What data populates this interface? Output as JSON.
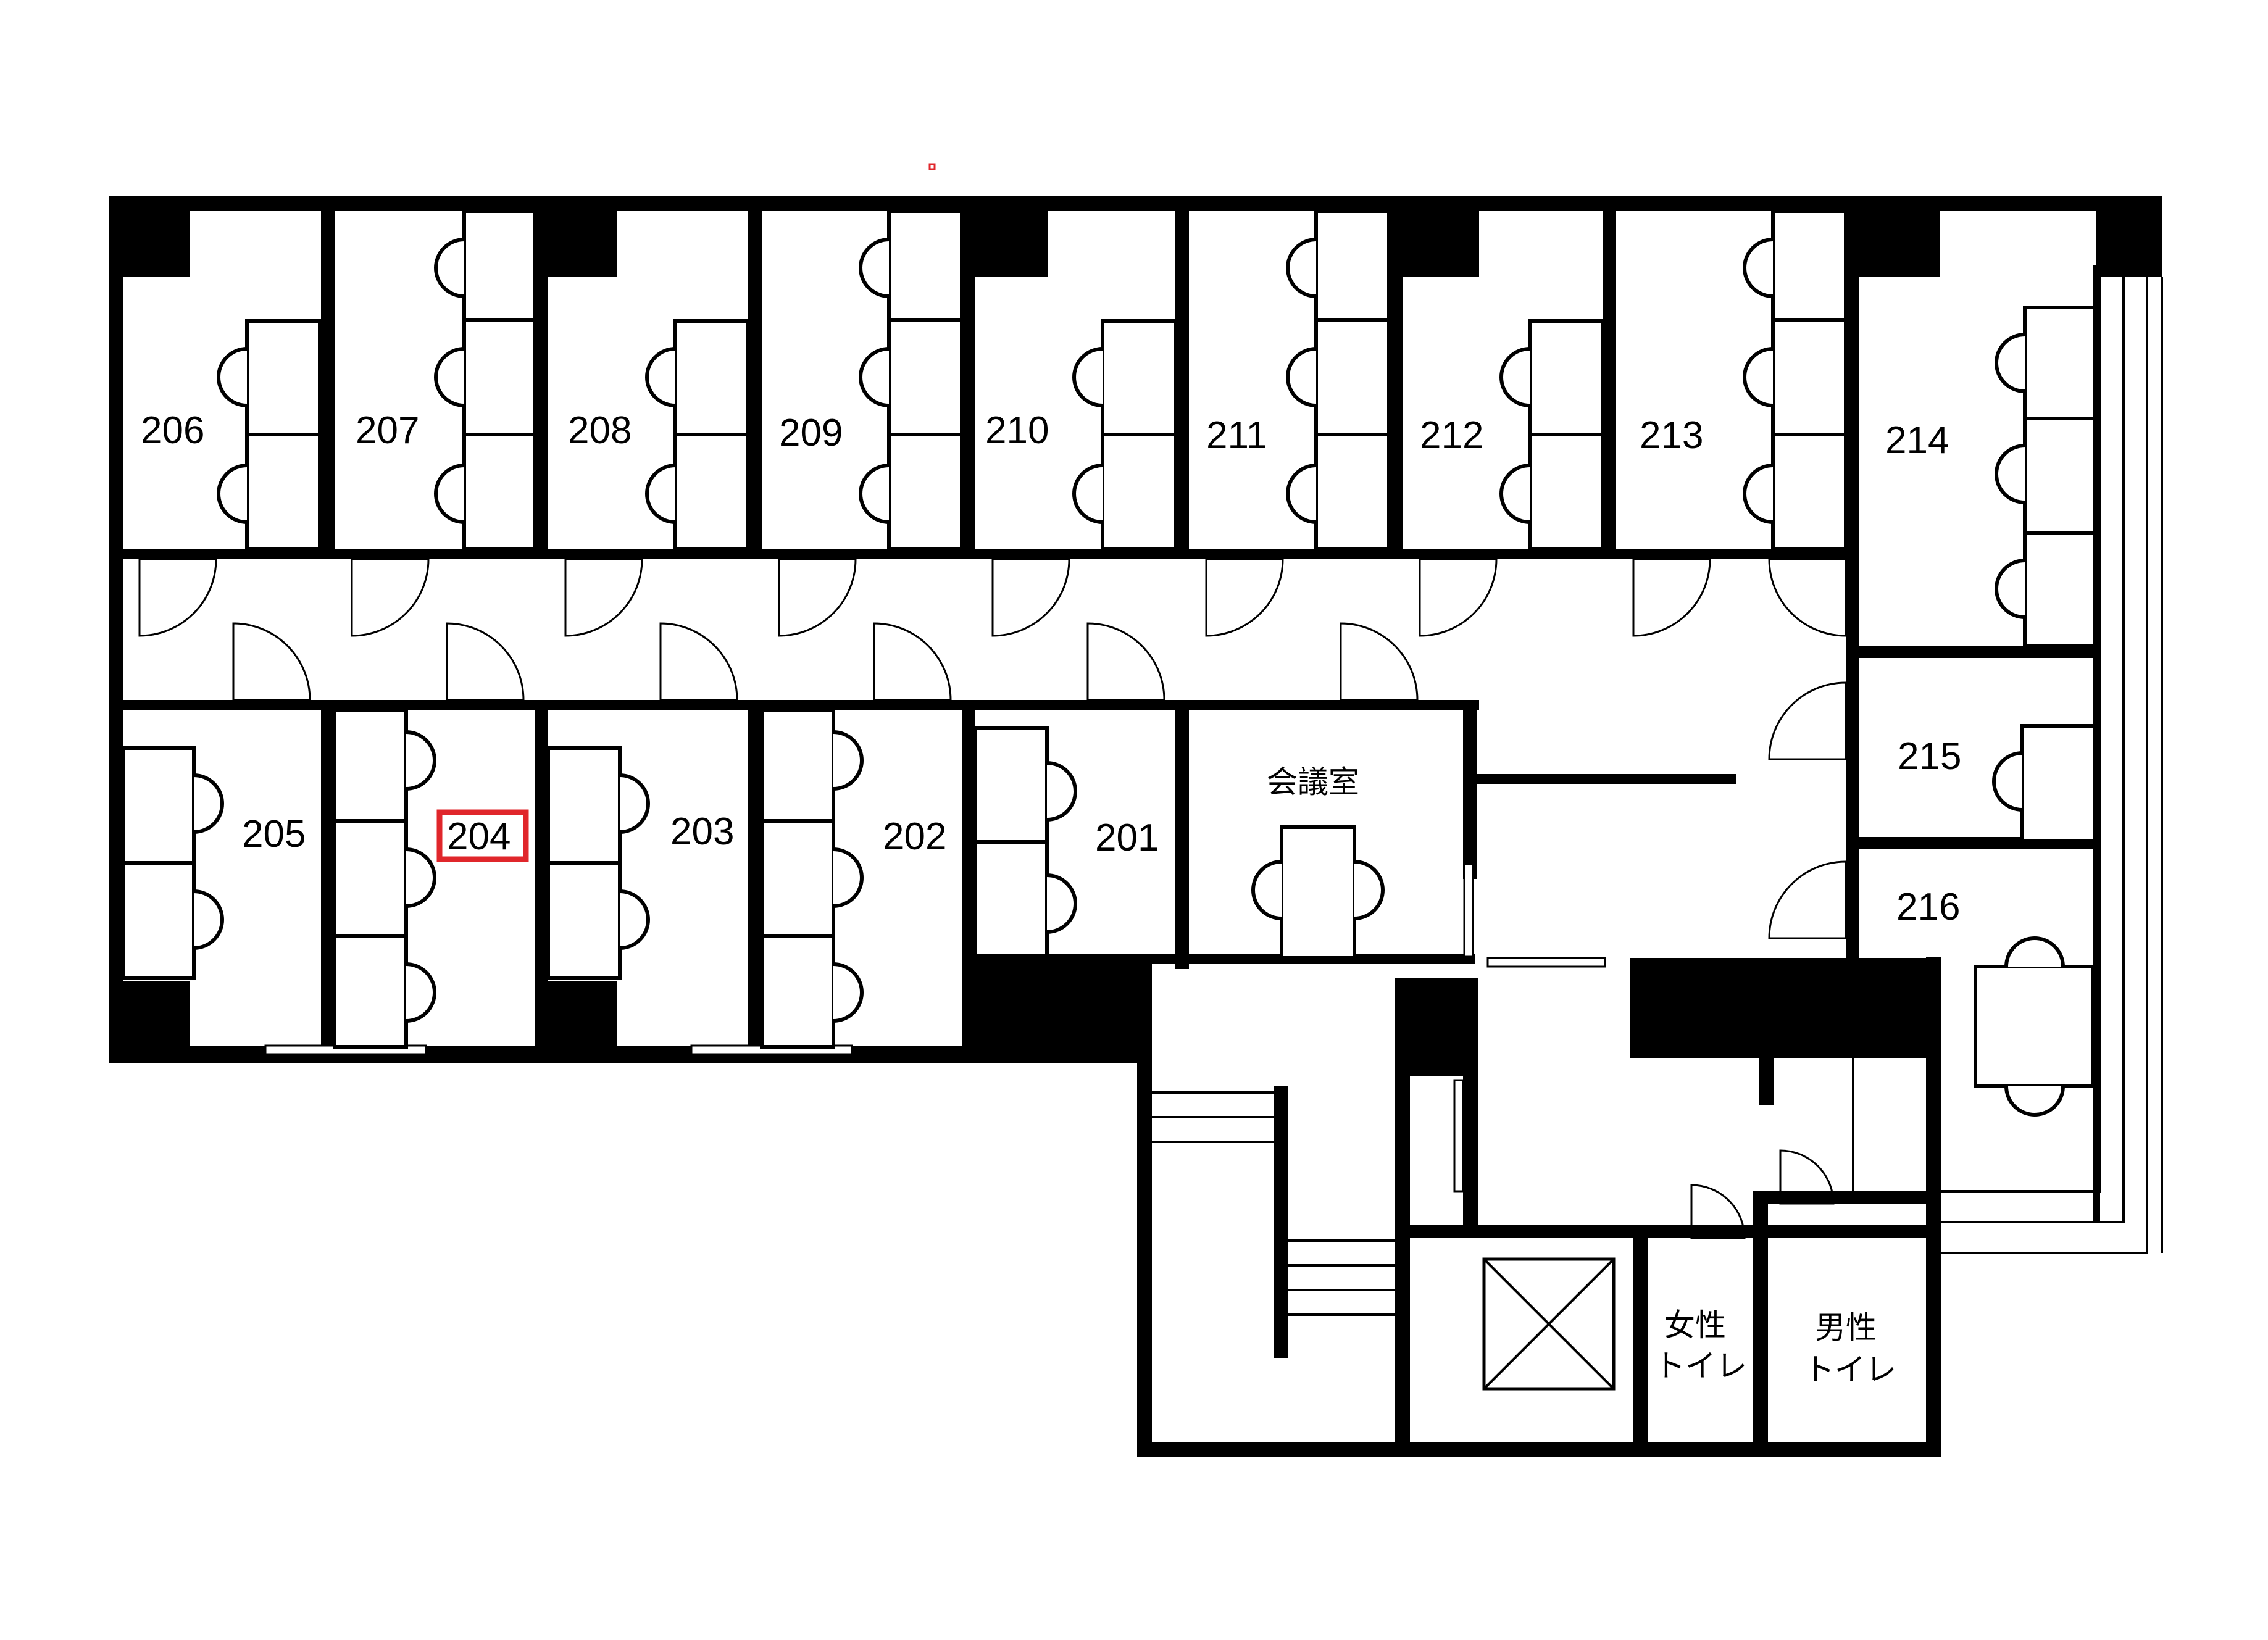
{
  "floor_plan": {
    "rooms": [
      {
        "id": "206",
        "label": "206"
      },
      {
        "id": "207",
        "label": "207"
      },
      {
        "id": "208",
        "label": "208"
      },
      {
        "id": "209",
        "label": "209"
      },
      {
        "id": "210",
        "label": "210"
      },
      {
        "id": "211",
        "label": "211"
      },
      {
        "id": "212",
        "label": "212"
      },
      {
        "id": "213",
        "label": "213"
      },
      {
        "id": "214",
        "label": "214"
      },
      {
        "id": "205",
        "label": "205"
      },
      {
        "id": "204",
        "label": "204",
        "highlighted": true
      },
      {
        "id": "203",
        "label": "203"
      },
      {
        "id": "202",
        "label": "202"
      },
      {
        "id": "201",
        "label": "201"
      },
      {
        "id": "215",
        "label": "215"
      },
      {
        "id": "216",
        "label": "216"
      }
    ],
    "meeting_room_label": "会議室",
    "womens_restroom": {
      "line1": "女性",
      "line2": "トイレ"
    },
    "mens_restroom": {
      "line1": "男性",
      "line2": "トイレ"
    },
    "highlight_color": "#e0262b",
    "wall_color": "#000000"
  }
}
